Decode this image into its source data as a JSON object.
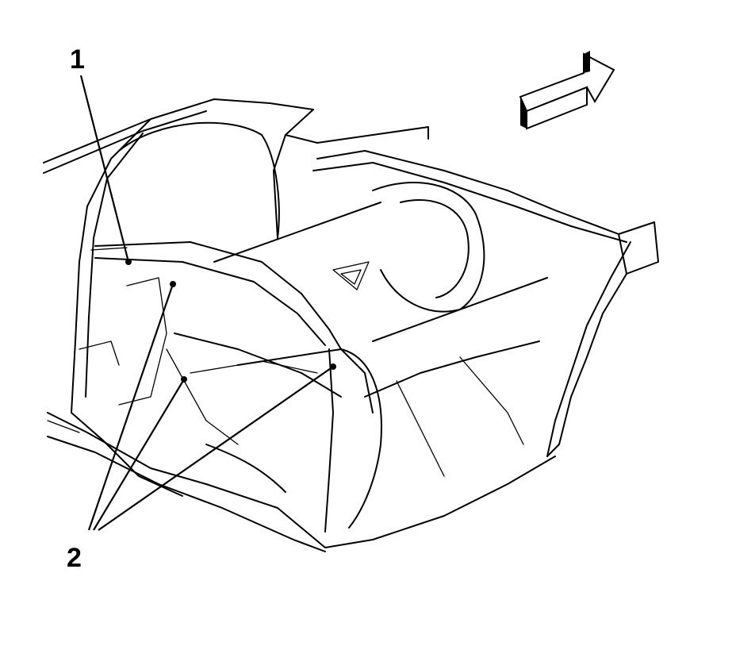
{
  "callouts": [
    {
      "id": "1",
      "label": "1"
    },
    {
      "id": "2",
      "label": "2"
    }
  ],
  "colors": {
    "line": "#000000",
    "background": "#ffffff",
    "arrow_shade": "#000000"
  },
  "icons": {
    "direction_arrow": "forward-direction-arrow-icon"
  }
}
